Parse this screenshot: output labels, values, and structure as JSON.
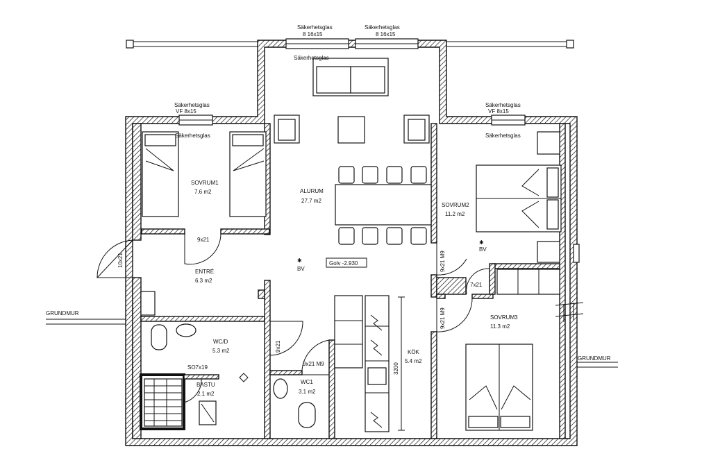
{
  "glass": {
    "top_left": "Säkerhetsglas",
    "top_left_size": "8 16x15",
    "top_right": "Säkerhetsglas",
    "top_right_size": "8 16x15",
    "top_inner": "Säkerhetsglas",
    "left": "Säkerhetsglas",
    "left_size": "VF  8x15",
    "left_inner": "Säkerhetsglas",
    "right": "Säkerhetsglas",
    "right_size": "VF  8x15",
    "right_inner": "Säkerhetsglas"
  },
  "rooms": {
    "sovrum1": {
      "name": "SOVRUM1",
      "area": "7.6 m2"
    },
    "alurum": {
      "name": "ALURUM",
      "area": "27.7 m2"
    },
    "sovrum2": {
      "name": "SOVRUM2",
      "area": "11.2 m2"
    },
    "entre": {
      "name": "ENTRÉ",
      "area": "6.3 m2"
    },
    "wcd": {
      "name": "WC/D",
      "area": "5.3 m2"
    },
    "bastu": {
      "name": "BASTU",
      "area": "2.1 m2"
    },
    "wc1": {
      "name": "WC1",
      "area": "3.1 m2"
    },
    "kok": {
      "name": "KÖK",
      "area": "5.4 m2"
    },
    "sovrum3": {
      "name": "SOVRUM3",
      "area": "11.3 m2"
    }
  },
  "labels": {
    "golv": "Golv -2.930",
    "bv_left": "BV",
    "bv_right": "BV",
    "grundmur_left": "GRUNDMUR",
    "grundmur_right": "GRUNDMUR",
    "door_entre": "9x21",
    "door_outer": "10x21",
    "door_9x21_m9_top": "9x21 M9",
    "door_9x21_m9_bottom": "9x21 M9",
    "door_7x21": "7x21",
    "door_wc_9x21": "9x21",
    "door_wc1": "9x21 M9",
    "door_bastu": "SO7x19",
    "dim_kok": "3200"
  }
}
